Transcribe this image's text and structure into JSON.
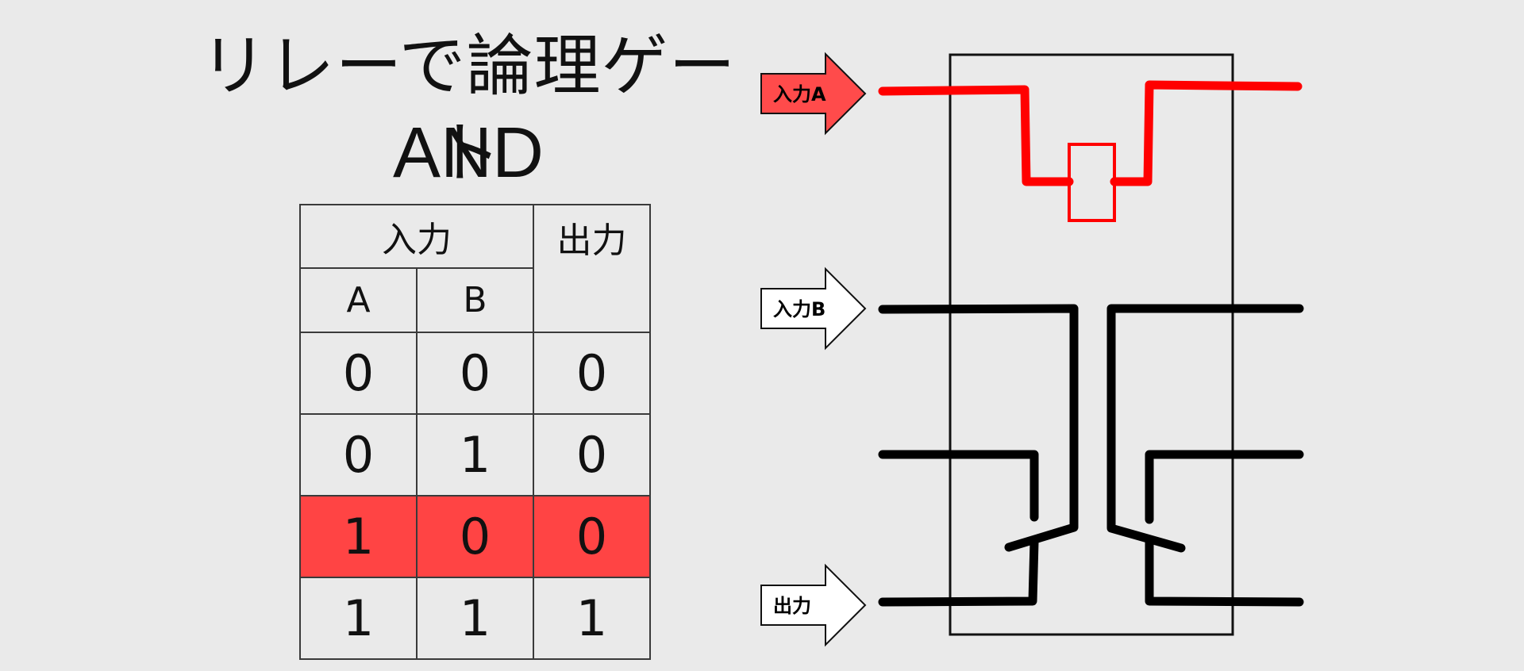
{
  "title": "リレーで論理ゲート",
  "subtitle": "AND",
  "truth_table": {
    "header_group": "入力",
    "header_output": "出力",
    "input_columns": [
      "A",
      "B"
    ],
    "rows": [
      {
        "a": "0",
        "b": "0",
        "out": "0",
        "highlighted": false
      },
      {
        "a": "0",
        "b": "1",
        "out": "0",
        "highlighted": false
      },
      {
        "a": "1",
        "b": "0",
        "out": "0",
        "highlighted": true
      },
      {
        "a": "1",
        "b": "1",
        "out": "1",
        "highlighted": false
      }
    ],
    "highlight_color": "#ff4444"
  },
  "diagram": {
    "arrows": [
      {
        "label": "入力A",
        "active": true
      },
      {
        "label": "入力B",
        "active": false
      },
      {
        "label": "出力",
        "active": false
      }
    ],
    "colors": {
      "active_wire": "#ff0000",
      "inactive_wire": "#000000",
      "active_arrow_fill": "#ff4b4b",
      "inactive_arrow_fill": "#ffffff"
    },
    "components": [
      "relay-box",
      "relay-coil",
      "input-a-wire",
      "input-b-wire",
      "contact-switches",
      "output-wire"
    ]
  }
}
